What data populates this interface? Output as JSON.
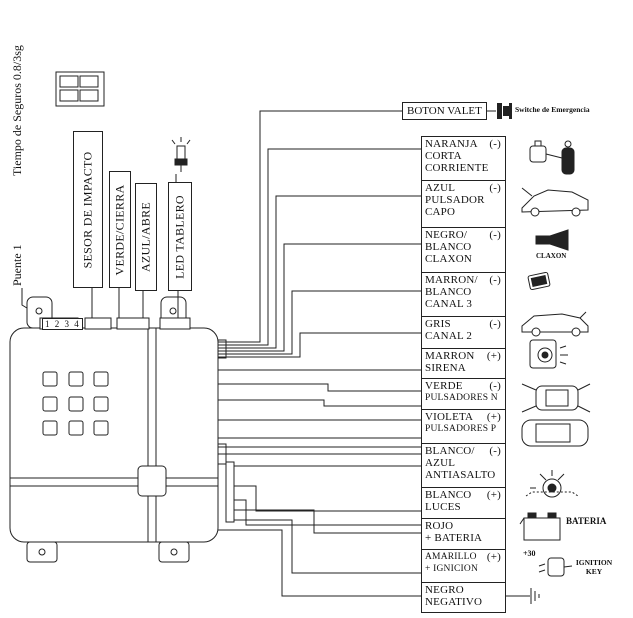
{
  "top_left": {
    "tiempo": "Tiempo de Seguros 0.8/3sg",
    "puente": "Puente 1",
    "pins": "1 2 3 4"
  },
  "vertical_labels": {
    "impacto": "SESOR DE IMPACTO",
    "verde": "VERDE/CIERRA",
    "azul": "AZUL/ABRE",
    "led": "LED TABLERO"
  },
  "valet": {
    "label": "BOTON VALET",
    "switch": "Switche de Emergencia"
  },
  "wires": [
    {
      "lines": [
        "NARANJA",
        "CORTA",
        "CORRIENTE"
      ],
      "polarity": "(-)",
      "icon": "ignition-coil-icon"
    },
    {
      "lines": [
        "AZUL",
        "PULSADOR",
        "CAPO"
      ],
      "polarity": "(-)",
      "icon": "car-hood-open-icon"
    },
    {
      "lines": [
        "NEGRO/",
        "BLANCO",
        "CLAXON"
      ],
      "polarity": "(-)",
      "icon": "horn-icon",
      "icon_label": "CLAXON"
    },
    {
      "lines": [
        "MARRON/",
        "BLANCO",
        "CANAL 3"
      ],
      "polarity": "(-)",
      "icon": "relay-module-icon"
    },
    {
      "lines": [
        "GRIS",
        "CANAL 2"
      ],
      "polarity": "(-)",
      "icon": "car-trunk-icon"
    },
    {
      "lines": [
        "MARRON",
        "SIRENA"
      ],
      "polarity": "(+)",
      "icon": "siren-icon"
    },
    {
      "lines": [
        "VERDE",
        "PULSADORES N"
      ],
      "polarity": "(-)",
      "icon": "car-doors-open-icon"
    },
    {
      "lines": [
        "VIOLETA",
        "PULSADORES P"
      ],
      "polarity": "(+)",
      "icon": "car-top-view-icon"
    },
    {
      "lines": [
        "BLANCO/",
        "AZUL",
        "ANTIASALTO"
      ],
      "polarity": "(-)",
      "icon": "headlight-icon"
    },
    {
      "lines": [
        "BLANCO",
        "LUCES"
      ],
      "polarity": "(+)",
      "icon": "lights-icon"
    },
    {
      "lines": [
        "ROJO",
        "+ BATERIA"
      ],
      "polarity": "",
      "icon": "battery-icon",
      "icon_label": "BATERIA"
    },
    {
      "lines": [
        "AMARILLO",
        "+ IGNICION"
      ],
      "polarity": "(+)",
      "icon": "ignition-key-icon",
      "icon_label": "IGNITION KEY",
      "icon_extra": "+30"
    },
    {
      "lines": [
        "NEGRO",
        "NEGATIVO"
      ],
      "polarity": "",
      "icon": "ground-icon"
    }
  ]
}
